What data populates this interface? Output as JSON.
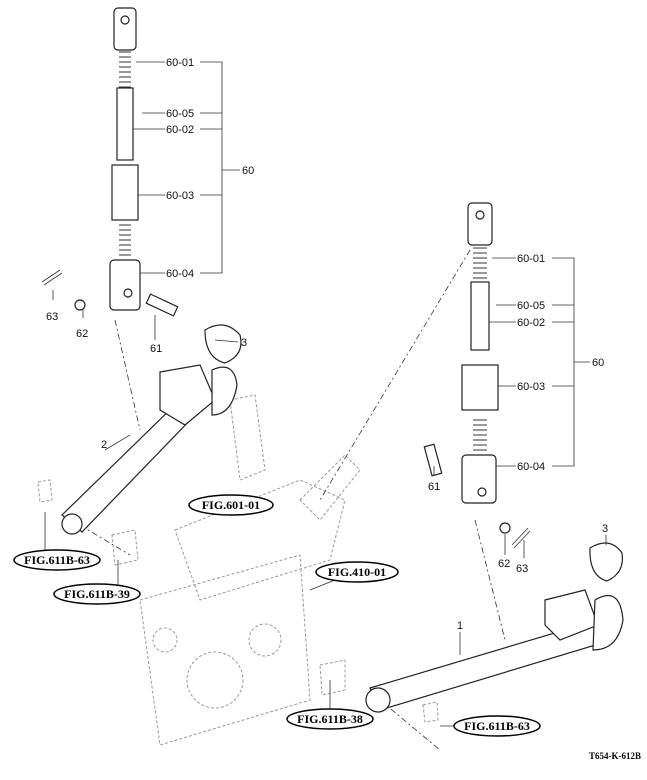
{
  "left_assembly": {
    "callouts": [
      "60-01",
      "60-05",
      "60-02",
      "60-03",
      "60-04"
    ],
    "group": "60",
    "parts": {
      "p63": "63",
      "p62": "62",
      "p61": "61",
      "p3": "3",
      "p2": "2"
    }
  },
  "right_assembly": {
    "callouts": [
      "60-01",
      "60-05",
      "60-02",
      "60-03",
      "60-04"
    ],
    "group": "60",
    "parts": {
      "p61": "61",
      "p62": "62",
      "p63": "63",
      "p3": "3",
      "p1": "1"
    }
  },
  "figure_refs": [
    "FIG.601-01",
    "FIG.611B-63",
    "FIG.611B-39",
    "FIG.410-01",
    "FIG.611B-38",
    "FIG.611B-63"
  ],
  "drawing_code": "T654-K-612B"
}
